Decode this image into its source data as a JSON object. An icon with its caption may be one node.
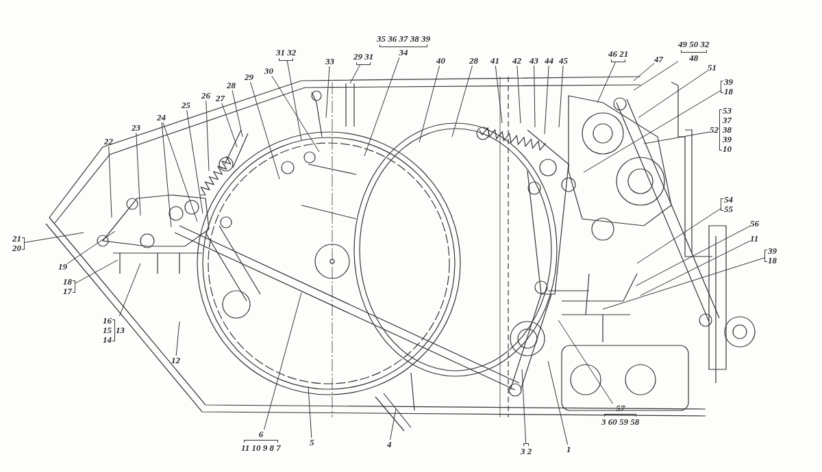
{
  "diagram": {
    "nodes": [
      {
        "text": [
          "22"
        ]
      },
      {
        "text": [
          "23"
        ]
      },
      {
        "text": [
          "24"
        ]
      },
      {
        "text": [
          "25"
        ]
      },
      {
        "text": [
          "26"
        ]
      },
      {
        "text": [
          "27"
        ]
      },
      {
        "text": [
          "28"
        ]
      },
      {
        "text": [
          "29"
        ]
      },
      {
        "text": [
          "30"
        ]
      },
      {
        "text": [
          "31 32"
        ]
      },
      {
        "text": [
          "33"
        ]
      },
      {
        "text": [
          "29 31"
        ]
      },
      {
        "text": [
          "35 36 37 38 39",
          "34"
        ]
      },
      {
        "text": [
          "40"
        ]
      },
      {
        "text": [
          "28"
        ]
      },
      {
        "text": [
          "41"
        ]
      },
      {
        "text": [
          "42"
        ]
      },
      {
        "text": [
          "43"
        ]
      },
      {
        "text": [
          "44"
        ]
      },
      {
        "text": [
          "45"
        ]
      },
      {
        "text": [
          "46 21"
        ]
      },
      {
        "text": [
          "47"
        ]
      },
      {
        "text": [
          "49 50 32",
          "48"
        ]
      },
      {
        "text": [
          "51"
        ]
      },
      {
        "text": [
          "39",
          "18"
        ]
      },
      {
        "text": [
          "52",
          "53",
          "37",
          "38",
          "39",
          "10"
        ]
      },
      {
        "text": [
          "54",
          "55"
        ]
      },
      {
        "text": [
          "56"
        ]
      },
      {
        "text": [
          "11"
        ]
      },
      {
        "text": [
          "39",
          "18"
        ]
      },
      {
        "text": [
          "57",
          "3 60 59 58"
        ]
      },
      {
        "text": [
          "1"
        ]
      },
      {
        "text": [
          "3 2"
        ]
      },
      {
        "text": [
          "4"
        ]
      },
      {
        "text": [
          "5"
        ]
      },
      {
        "text": [
          "6",
          "11 10 9 8 7"
        ]
      },
      {
        "text": [
          "12"
        ]
      },
      {
        "text": [
          "13",
          "16",
          "15",
          "14"
        ]
      },
      {
        "text": [
          "18",
          "17"
        ]
      },
      {
        "text": [
          "19"
        ]
      },
      {
        "text": [
          "21",
          "20"
        ]
      }
    ],
    "edges": [
      {
        "from": 0,
        "to": null,
        "arrow": "none"
      },
      {
        "from": 1,
        "to": null,
        "arrow": "none"
      },
      {
        "from": 2,
        "to": null,
        "arrow": "none"
      },
      {
        "from": 2,
        "to": null,
        "arrow": "none"
      },
      {
        "from": 3,
        "to": null,
        "arrow": "none"
      },
      {
        "from": 4,
        "to": null,
        "arrow": "none"
      },
      {
        "from": 5,
        "to": null,
        "arrow": "none"
      },
      {
        "from": 6,
        "to": null,
        "arrow": "none"
      },
      {
        "from": 7,
        "to": null,
        "arrow": "none"
      },
      {
        "from": 8,
        "to": null,
        "arrow": "none"
      },
      {
        "from": 9,
        "to": null,
        "arrow": "none"
      },
      {
        "from": 10,
        "to": null,
        "arrow": "none"
      },
      {
        "from": 11,
        "to": null,
        "arrow": "none"
      },
      {
        "from": 12,
        "to": null,
        "arrow": "none"
      },
      {
        "from": 13,
        "to": null,
        "arrow": "none"
      },
      {
        "from": 14,
        "to": null,
        "arrow": "none"
      },
      {
        "from": 15,
        "to": null,
        "arrow": "none"
      },
      {
        "from": 16,
        "to": null,
        "arrow": "none"
      },
      {
        "from": 17,
        "to": null,
        "arrow": "none"
      },
      {
        "from": 18,
        "to": null,
        "arrow": "none"
      },
      {
        "from": 19,
        "to": null,
        "arrow": "none"
      },
      {
        "from": 20,
        "to": null,
        "arrow": "none"
      },
      {
        "from": 21,
        "to": null,
        "arrow": "none"
      },
      {
        "from": 22,
        "to": null,
        "arrow": "none"
      },
      {
        "from": 23,
        "to": null,
        "arrow": "none"
      },
      {
        "from": 24,
        "to": null,
        "arrow": "none"
      },
      {
        "from": 25,
        "to": null,
        "arrow": "none"
      },
      {
        "from": 26,
        "to": null,
        "arrow": "none"
      },
      {
        "from": 27,
        "to": null,
        "arrow": "none"
      },
      {
        "from": 28,
        "to": null,
        "arrow": "none"
      },
      {
        "from": 29,
        "to": null,
        "arrow": "none"
      },
      {
        "from": 30,
        "to": null,
        "arrow": "none"
      },
      {
        "from": 31,
        "to": null,
        "arrow": "none"
      },
      {
        "from": 32,
        "to": null,
        "arrow": "none"
      },
      {
        "from": 33,
        "to": null,
        "arrow": "none"
      },
      {
        "from": 34,
        "to": null,
        "arrow": "none"
      },
      {
        "from": 35,
        "to": null,
        "arrow": "none"
      },
      {
        "from": 36,
        "to": null,
        "arrow": "none"
      },
      {
        "from": 37,
        "to": null,
        "arrow": "none"
      },
      {
        "from": 38,
        "to": null,
        "arrow": "none"
      },
      {
        "from": 39,
        "to": null,
        "arrow": "none"
      },
      {
        "from": 40,
        "to": null,
        "arrow": "none"
      }
    ]
  }
}
